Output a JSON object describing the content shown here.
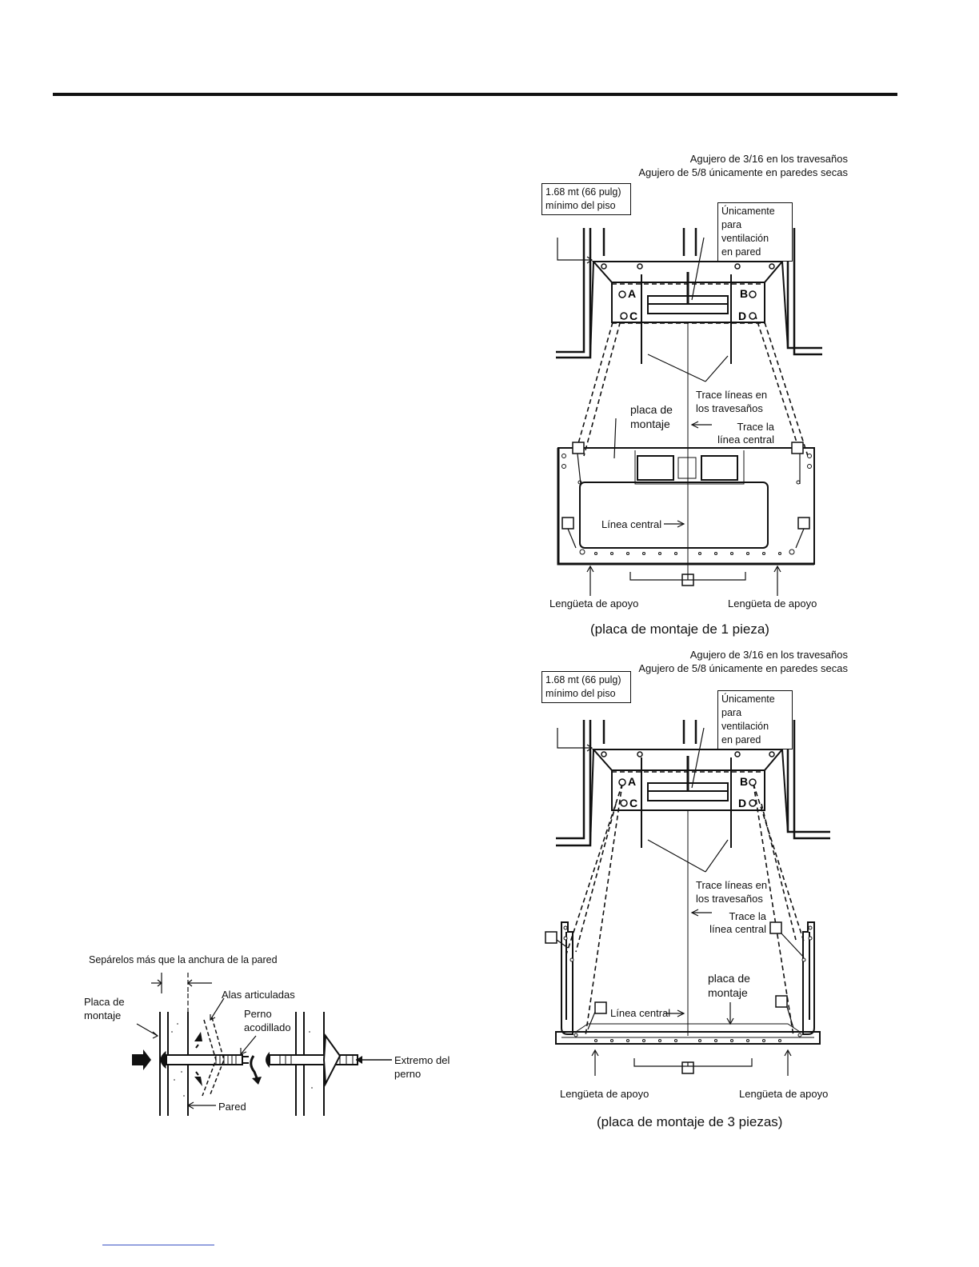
{
  "diagram_top": {
    "hole_note_1": "Agujero de 3/16 en los travesaños",
    "hole_note_2": "Agujero de 5/8 únicamente en paredes secas",
    "floor_note_1": "1.68 mt (66 pulg)",
    "floor_note_2": "mínimo del piso",
    "vent_note_1": "Únicamente",
    "vent_note_2": "para ventilación",
    "vent_note_3": "en pared",
    "hole_a": "A",
    "hole_b": "B",
    "hole_c": "C",
    "hole_d": "D",
    "trace_studs_1": "Trace líneas en",
    "trace_studs_2": "los travesaños",
    "plate_1": "placa de",
    "plate_2": "montaje",
    "trace_center_1": "Trace la",
    "trace_center_2": "línea central",
    "center_line": "Línea central",
    "tab_left": "Lengüeta de apoyo",
    "tab_right": "Lengüeta de apoyo",
    "caption": "(placa de montaje de 1 pieza)"
  },
  "diagram_bottom": {
    "hole_note_1": "Agujero de 3/16 en los travesaños",
    "hole_note_2": "Agujero de 5/8 únicamente en paredes secas",
    "floor_note_1": "1.68 mt (66 pulg)",
    "floor_note_2": "mínimo del piso",
    "vent_note_1": "Únicamente",
    "vent_note_2": "para ventilación",
    "vent_note_3": "en pared",
    "hole_a": "A",
    "hole_b": "B",
    "hole_c": "C",
    "hole_d": "D",
    "trace_studs_1": "Trace líneas en",
    "trace_studs_2": "los travesaños",
    "trace_center_1": "Trace la",
    "trace_center_2": "línea central",
    "plate_1": "placa de",
    "plate_2": "montaje",
    "center_line": "Línea central",
    "tab_left": "Lengüeta de apoyo",
    "tab_right": "Lengüeta de apoyo",
    "caption": "(placa de montaje de 3 piezas)"
  },
  "toggle_bolt": {
    "spread_note": "Sepárelos más que la anchura de la pared",
    "plate_1": "Placa de",
    "plate_2": "montaje",
    "wings": "Alas articuladas",
    "bolt_1": "Perno",
    "bolt_2": "acodillado",
    "bolt_end_1": "Extremo del",
    "bolt_end_2": "perno",
    "wall": "Pared"
  }
}
